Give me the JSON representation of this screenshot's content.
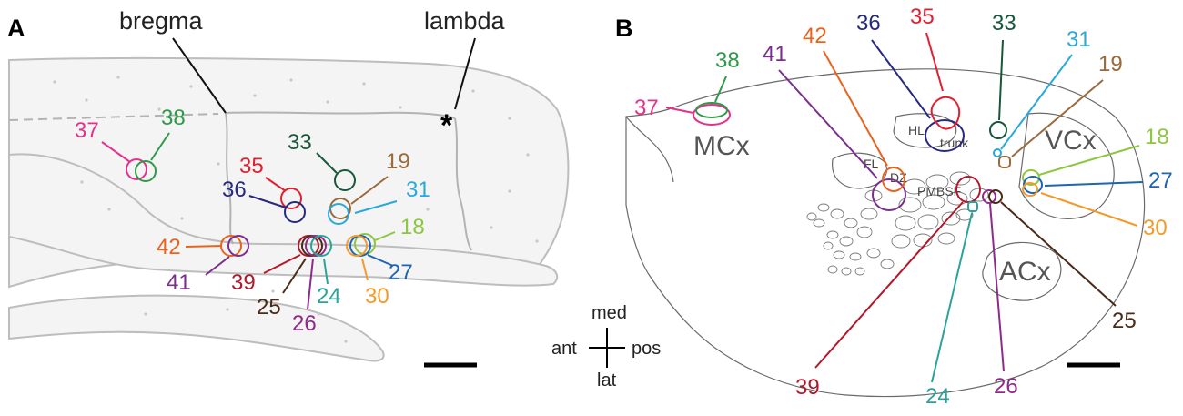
{
  "panels": [
    {
      "letter": "A"
    },
    {
      "letter": "B"
    }
  ],
  "landmarks": {
    "bregma": "bregma",
    "lambda": "lambda",
    "lambda_marker": "*"
  },
  "areas": {
    "MCx": "MCx",
    "VCx": "VCx",
    "ACx": "ACx",
    "HL": "HL",
    "trunk": "trunk",
    "FL": "FL",
    "DZ": "DZ",
    "PMBSF": "PMBSF"
  },
  "orientation": {
    "med": "med",
    "lat": "lat",
    "ant": "ant",
    "pos": "pos"
  },
  "colors": {
    "37": "#e5318b",
    "38": "#2e9a48",
    "35": "#e02030",
    "36": "#252a80",
    "33": "#17573a",
    "19": "#9a6a3a",
    "31": "#29a8dc",
    "18": "#8dc63f",
    "27": "#1e64b0",
    "30": "#f39a2c",
    "42": "#e8641e",
    "41": "#7a2e8e",
    "39": "#b3182a",
    "25": "#4a2a18",
    "26": "#8e2a8a",
    "24": "#2aa39a"
  },
  "sites": [
    "37",
    "38",
    "35",
    "36",
    "33",
    "19",
    "31",
    "18",
    "27",
    "30",
    "42",
    "41",
    "39",
    "25",
    "26",
    "24"
  ]
}
